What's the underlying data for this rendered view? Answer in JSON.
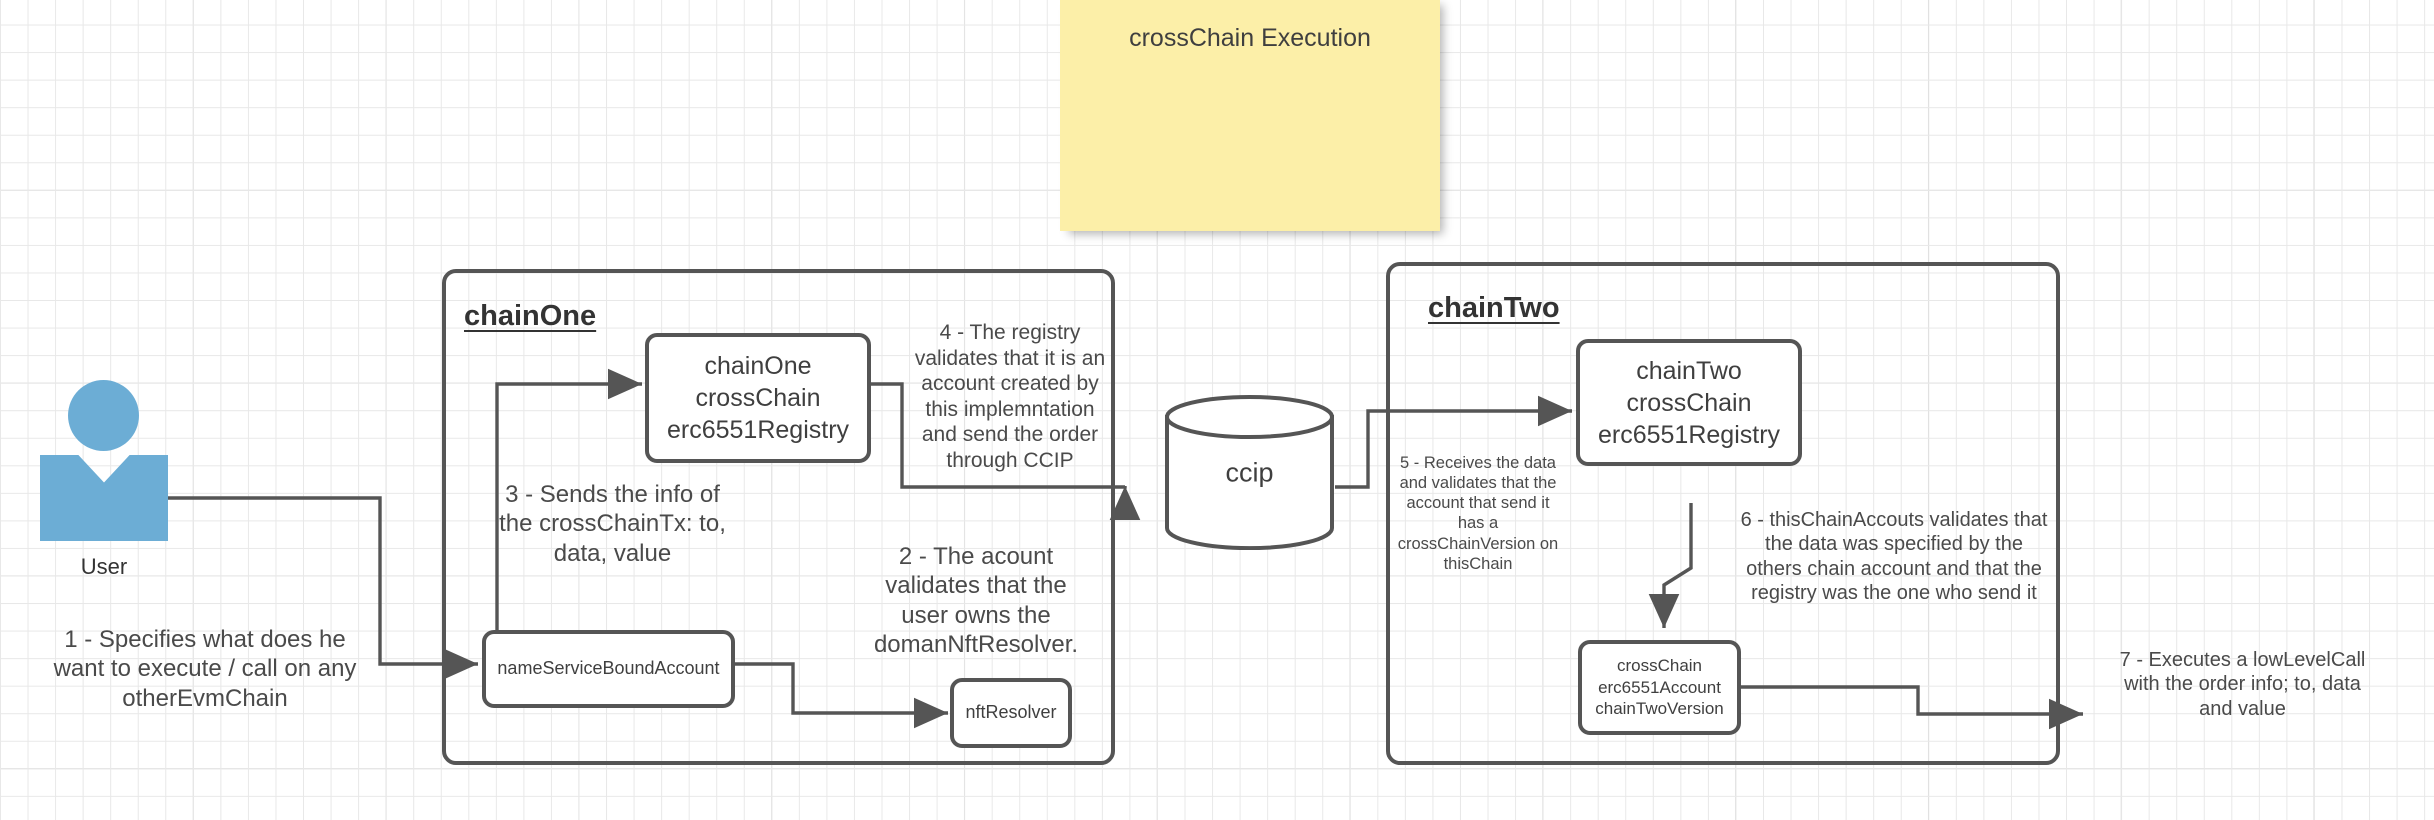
{
  "diagram": {
    "title_note": {
      "text": "crossChain Execution"
    },
    "actor": {
      "label": "User"
    },
    "containers": [
      {
        "id": "chainOne",
        "title": "chainOne"
      },
      {
        "id": "chainTwo",
        "title": "chainTwo"
      }
    ],
    "nodes": {
      "chainone_registry": "chainOne\ncrossChain\nerc6551Registry",
      "name_service_bound_account": "nameServiceBoundAccount",
      "nft_resolver": "nftResolver",
      "ccip": "ccip",
      "chaintwo_registry": "chainTwo\ncrossChain\nerc6551Registry",
      "crosschain_account": "crossChain\nerc6551Account\nchainTwoVersion"
    },
    "steps": [
      {
        "n": 1,
        "text": "1 - Specifies what does he want to execute / call on any otherEvmChain"
      },
      {
        "n": 2,
        "text": "2 - The acount validates that the user owns the domanNftResolver."
      },
      {
        "n": 3,
        "text": "3 - Sends the info of the crossChainTx: to, data, value"
      },
      {
        "n": 4,
        "text": "4 - The registry validates that it is an account created by this implemntation and send the order through CCIP"
      },
      {
        "n": 5,
        "text": "5 - Receives the data and validates that the account that send it has a crossChainVersion on thisChain"
      },
      {
        "n": 6,
        "text": "6 - thisChainAccouts validates that the data was specified by the others chain account and that the registry was the one who send it"
      },
      {
        "n": 7,
        "text": "7 - Executes a lowLevelCall with the order info; to, data and value"
      }
    ],
    "colors": {
      "sticky": "#FCEFA8",
      "actor": "#6CADD5",
      "stroke": "#555555",
      "text": "#3f3f3f",
      "grid_minor": "#e8e8e8",
      "grid_major": "#d0d0d0"
    }
  }
}
